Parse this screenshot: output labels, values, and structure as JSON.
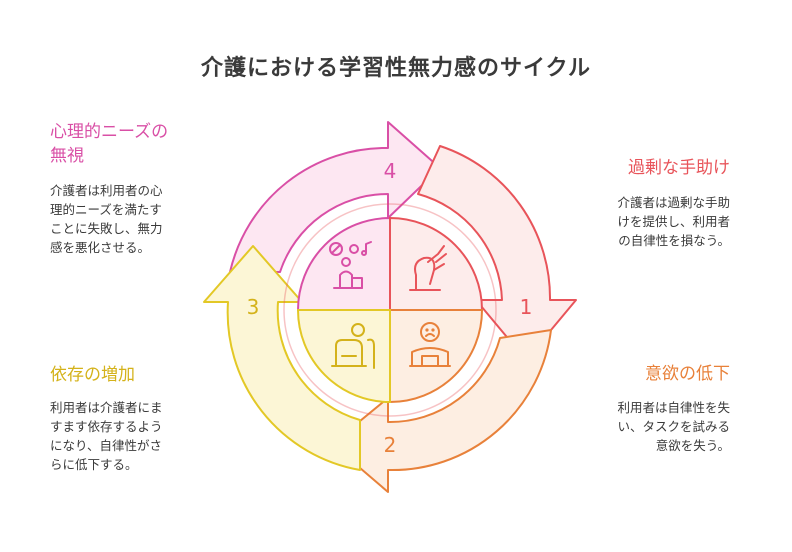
{
  "title": "介護における学習性無力感のサイクル",
  "colors": {
    "stage1": "#e8545a",
    "stage2": "#e8813a",
    "stage3": "#e3c826",
    "stage4": "#d94fa6"
  },
  "stages": [
    {
      "number": "1",
      "title": "過剰な手助け",
      "description": [
        "介護者は過剰な手助",
        "けを提供し、利用者",
        "の自律性を損なう。"
      ],
      "icon": "caregiver-hand-icon"
    },
    {
      "number": "2",
      "title": "意欲の低下",
      "description": [
        "利用者は自律性を失",
        "い、タスクを試みる",
        "意欲を失う。"
      ],
      "icon": "sad-person-icon"
    },
    {
      "number": "3",
      "title": "依存の増加",
      "description": [
        "利用者は介護者にま",
        "すます依存するよう",
        "になり、自律性がさ",
        "らに低下する。"
      ],
      "icon": "elderly-cane-icon"
    },
    {
      "number": "4",
      "title": "心理的ニーズの無視",
      "title_lines": [
        "心理的ニーズの",
        "無視"
      ],
      "description": [
        "介護者は利用者の心",
        "理的ニーズを満たす",
        "ことに失敗し、無力",
        "感を悪化させる。"
      ],
      "icon": "ignored-person-icon"
    }
  ]
}
